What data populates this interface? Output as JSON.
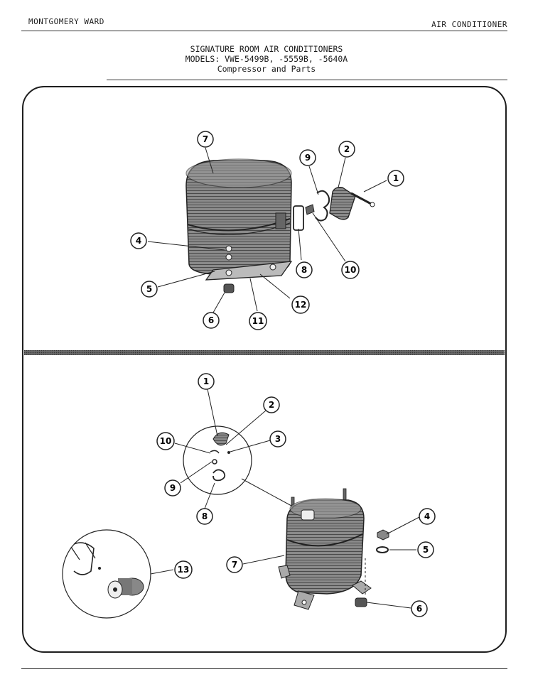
{
  "header": {
    "brand": "MONTGOMERY WARD",
    "category": "AIR CONDITIONER"
  },
  "titles": {
    "line1": "SIGNATURE ROOM AIR CONDITIONERS",
    "line2": "MODELS: VWE-5499B, -5559B, -5640A",
    "line3": "Compressor and Parts"
  },
  "panel_top": {
    "callouts": {
      "c7": "7",
      "c9": "9",
      "c2": "2",
      "c1": "1",
      "c4": "4",
      "c8": "8",
      "c10": "10",
      "c5": "5",
      "c12": "12",
      "c6": "6",
      "c11": "11"
    }
  },
  "panel_bottom": {
    "callouts": {
      "c1": "1",
      "c2": "2",
      "c3": "3",
      "c10": "10",
      "c9": "9",
      "c8": "8",
      "c4": "4",
      "c5": "5",
      "c7": "7",
      "c13": "13",
      "c6": "6"
    }
  }
}
